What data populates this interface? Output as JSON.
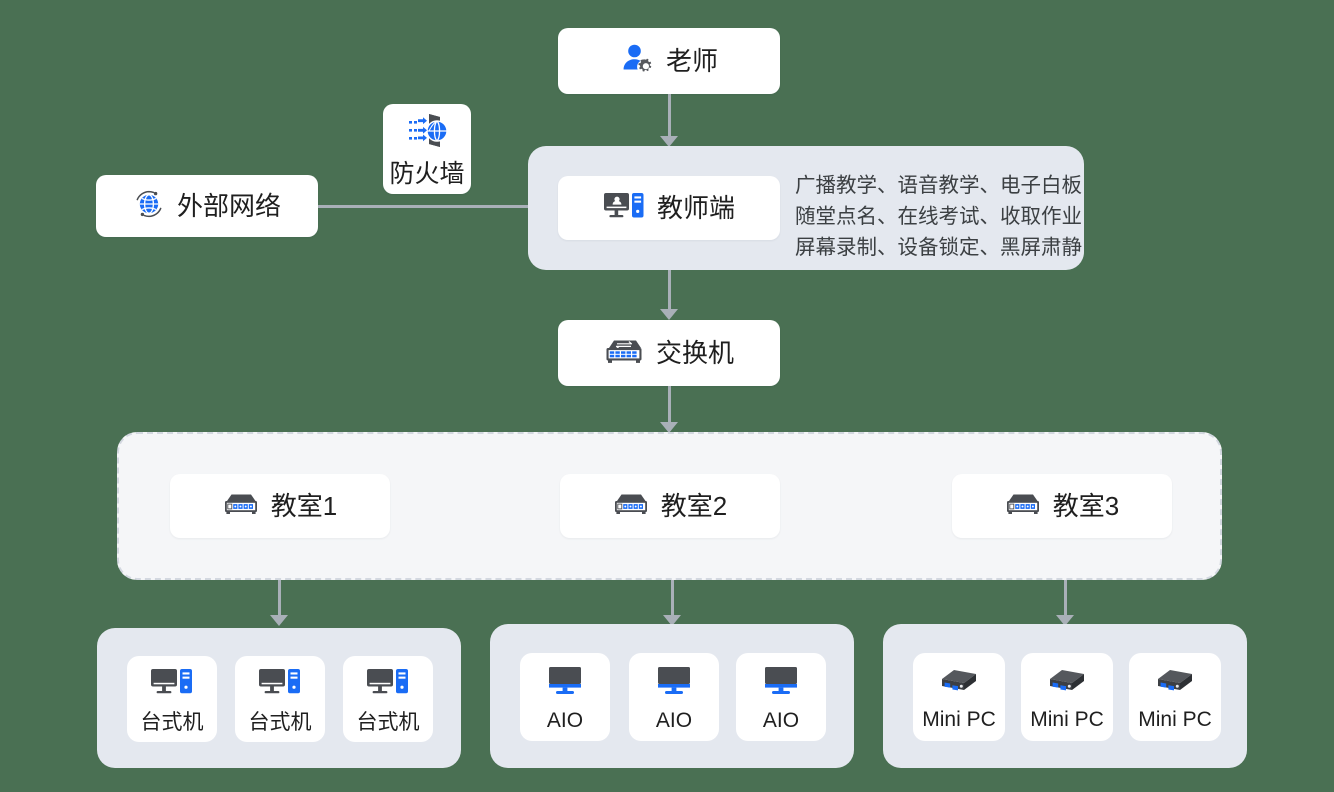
{
  "theme": {
    "background": "#4a7053",
    "card_bg": "#ffffff",
    "panel_bg": "#e4e8ef",
    "dashed_panel_bg": "#f5f6f8",
    "line_color": "#a9b0b8",
    "accent_blue": "#1a6cf5",
    "icon_gray": "#4a4d52",
    "text_color": "#1f1f1f"
  },
  "nodes": {
    "teacher": {
      "label": "老师",
      "icon": "user-gear-icon"
    },
    "firewall": {
      "label": "防火墙",
      "icon": "firewall-icon"
    },
    "external_network": {
      "label": "外部网络",
      "icon": "globe-icon"
    },
    "teacher_client": {
      "label": "教师端",
      "icon": "teacher-pc-icon"
    },
    "switch": {
      "label": "交换机",
      "icon": "switch-icon"
    }
  },
  "teacher_panel": {
    "features": [
      "广播教学、语音教学、电子白板",
      "随堂点名、在线考试、收取作业",
      "屏幕录制、设备锁定、黑屏肃静"
    ]
  },
  "classrooms": [
    {
      "label": "教室1",
      "icon": "switch-small-icon"
    },
    {
      "label": "教室2",
      "icon": "switch-small-icon"
    },
    {
      "label": "教室3",
      "icon": "switch-small-icon"
    }
  ],
  "device_groups": [
    {
      "group": "classroom1-devices",
      "devices": [
        {
          "label": "台式机",
          "icon": "desktop-pc-icon"
        },
        {
          "label": "台式机",
          "icon": "desktop-pc-icon"
        },
        {
          "label": "台式机",
          "icon": "desktop-pc-icon"
        }
      ]
    },
    {
      "group": "classroom2-devices",
      "devices": [
        {
          "label": "AIO",
          "icon": "aio-monitor-icon"
        },
        {
          "label": "AIO",
          "icon": "aio-monitor-icon"
        },
        {
          "label": "AIO",
          "icon": "aio-monitor-icon"
        }
      ]
    },
    {
      "group": "classroom3-devices",
      "devices": [
        {
          "label": "Mini PC",
          "icon": "mini-pc-icon"
        },
        {
          "label": "Mini PC",
          "icon": "mini-pc-icon"
        },
        {
          "label": "Mini PC",
          "icon": "mini-pc-icon"
        }
      ]
    }
  ]
}
